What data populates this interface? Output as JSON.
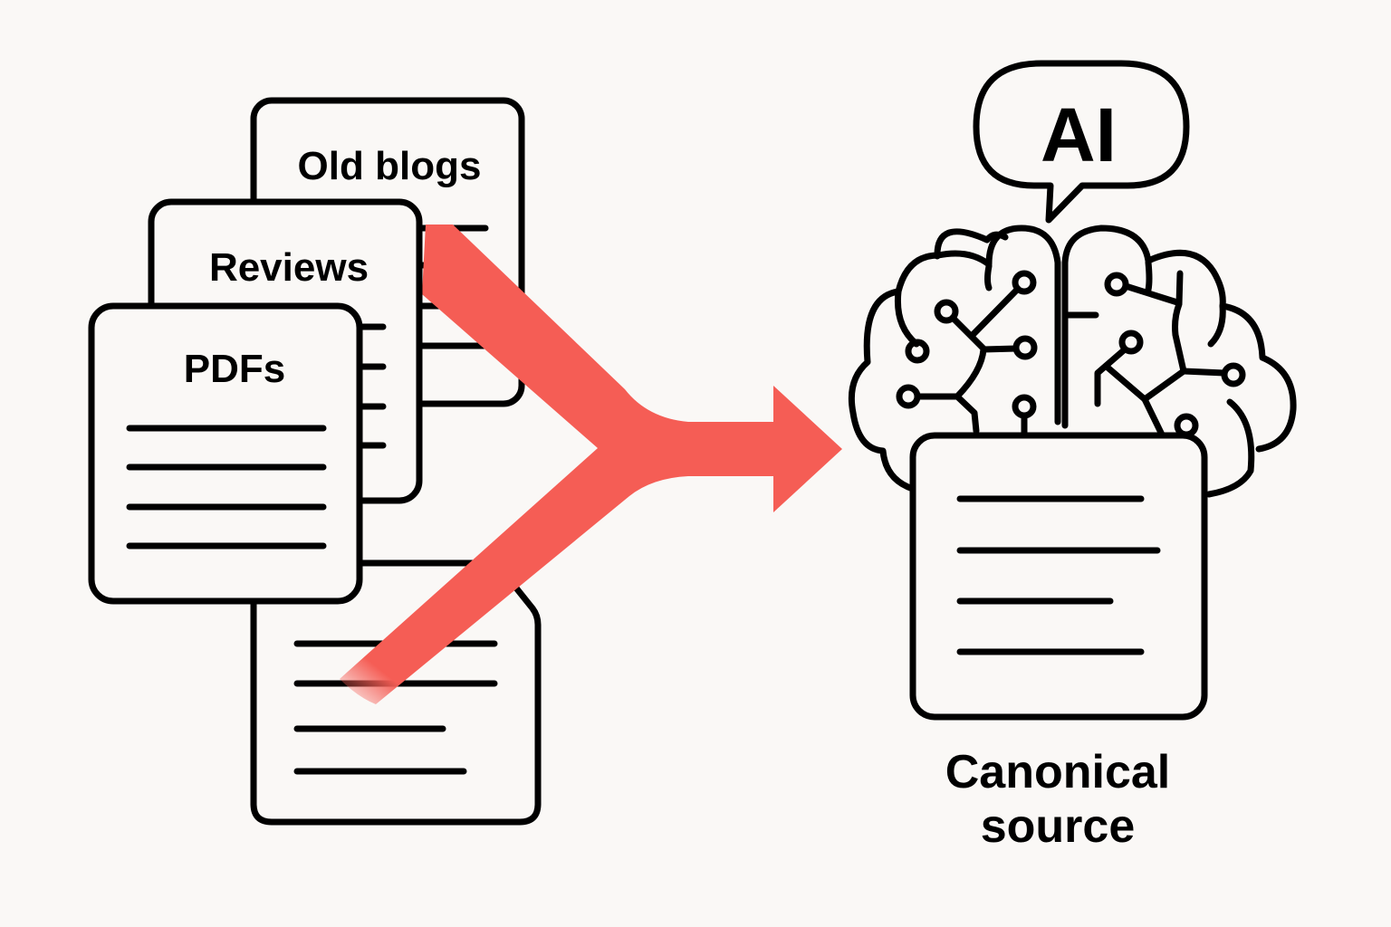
{
  "diagram": {
    "sources": [
      {
        "id": "old-blogs",
        "label": "Old blogs"
      },
      {
        "id": "reviews",
        "label": "Reviews"
      },
      {
        "id": "pdfs",
        "label": "PDFs"
      },
      {
        "id": "unlabeled-doc",
        "label": ""
      }
    ],
    "target": {
      "bubble_text": "AI",
      "caption_line1": "Canonical",
      "caption_line2": "source"
    },
    "colors": {
      "background": "#faf8f6",
      "arrow": "#f55d55",
      "stroke": "#000000"
    },
    "icons": [
      "document-icon",
      "brain-circuit-icon",
      "speech-bubble-icon",
      "merge-arrow-icon"
    ]
  }
}
